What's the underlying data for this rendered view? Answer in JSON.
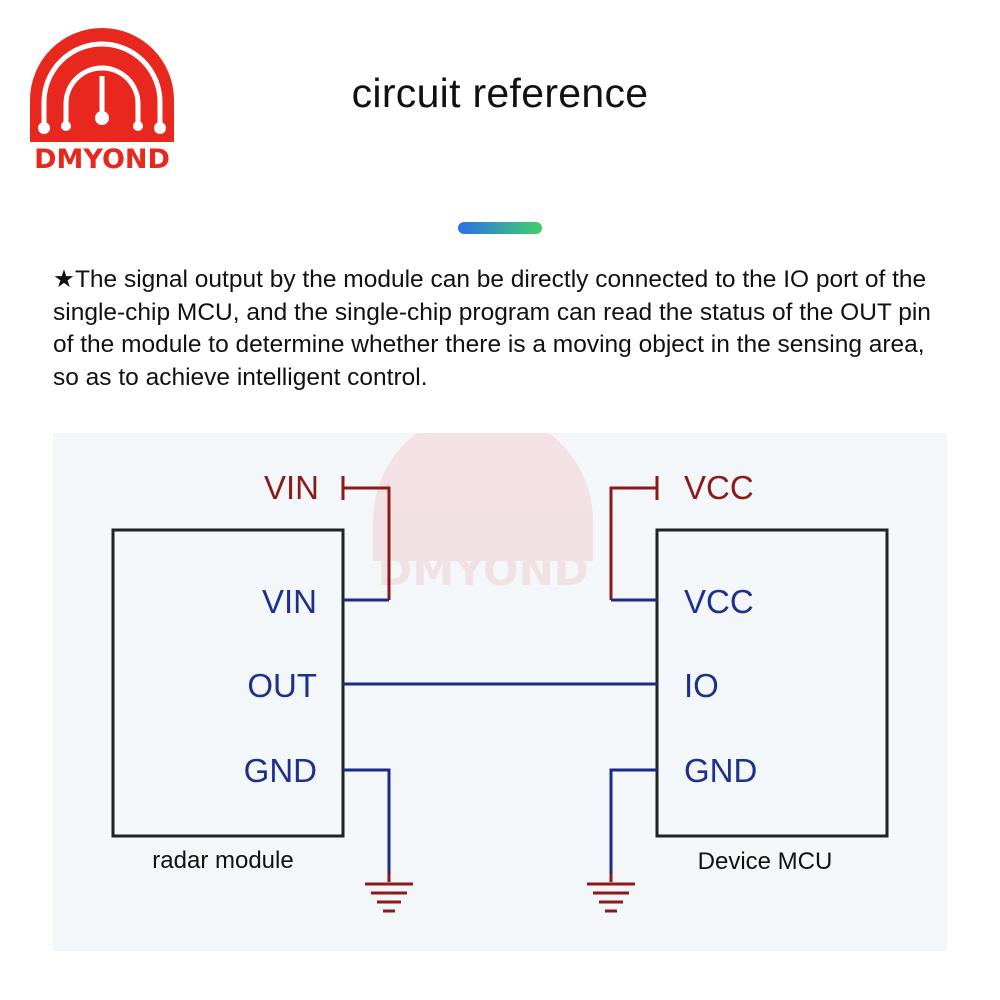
{
  "title": "circuit reference",
  "logo": {
    "text": "DMYOND",
    "color": "#e8281e"
  },
  "description": "★The signal output by the module can be directly connected to the IO port of the single-chip MCU, and the single-chip program can read the status of the OUT pin of the module to determine whether there is a moving object in the sensing area, so as to achieve intelligent control.",
  "diagram": {
    "left_component": {
      "supply_label": "VIN",
      "pins": [
        "VIN",
        "OUT",
        "GND"
      ],
      "caption": "radar module"
    },
    "right_component": {
      "supply_label": "VCC",
      "pins": [
        "VCC",
        "IO",
        "GND"
      ],
      "caption": "Device MCU"
    },
    "colors": {
      "pin_label": "#1e2f8c",
      "supply": "#8b1a1a",
      "wire": "#1a2a88",
      "ground": "#8b1a1a",
      "box": "#222222"
    }
  }
}
